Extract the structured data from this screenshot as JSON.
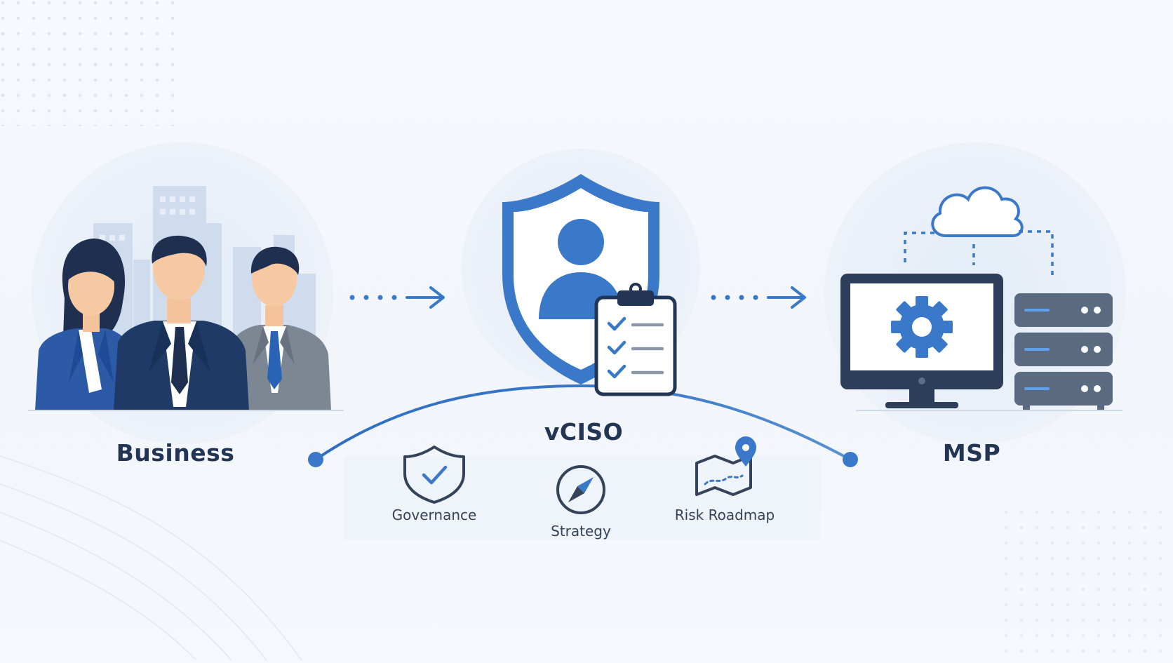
{
  "nodes": [
    {
      "label": "Business"
    },
    {
      "label": "vCISO"
    },
    {
      "label": "MSP"
    }
  ],
  "services": [
    {
      "label": "Governance",
      "icon": "shield-check-icon"
    },
    {
      "label": "Strategy",
      "icon": "compass-icon"
    },
    {
      "label": "Risk Roadmap",
      "icon": "map-pin-icon"
    }
  ],
  "colors": {
    "primary_blue": "#3a78c9",
    "dark_navy": "#233554",
    "suit_navy": "#1f3a66",
    "server_gray": "#5a6a80",
    "skin": "#f6c9a3"
  }
}
